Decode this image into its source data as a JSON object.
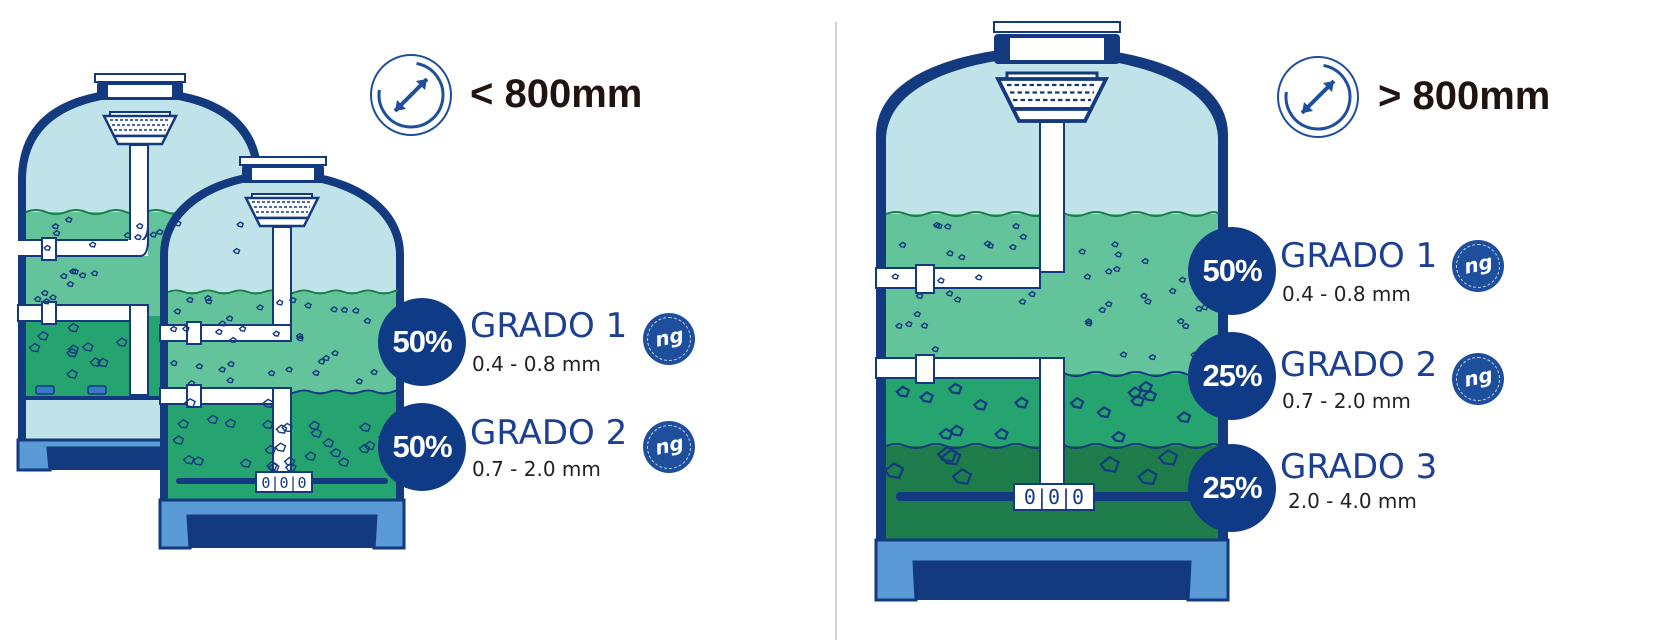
{
  "left": {
    "size_label": "< 800mm",
    "grades": [
      {
        "percent": "50%",
        "name": "GRADO 1",
        "range": "0.4 - 0.8 mm",
        "logo": "ng"
      },
      {
        "percent": "50%",
        "name": "GRADO 2",
        "range": "0.7 - 2.0 mm",
        "logo": "ng"
      }
    ]
  },
  "right": {
    "size_label": "> 800mm",
    "grades": [
      {
        "percent": "50%",
        "name": "GRADO 1",
        "range": "0.4 - 0.8 mm",
        "logo": "ng"
      },
      {
        "percent": "25%",
        "name": "GRADO 2",
        "range": "0.7 - 2.0 mm",
        "logo": "ng"
      },
      {
        "percent": "25%",
        "name": "GRADO 3",
        "range": "2.0 - 4.0 mm"
      }
    ]
  },
  "icons": [
    "diameter-gauge-icon",
    "filter-tank-illustration",
    "ng-logo-icon"
  ],
  "colors": {
    "navy": "#0e3a86",
    "tank_outline": "#13397f",
    "water": "#bfe3e9",
    "media_light": "#63c39b",
    "media_mid": "#25a46f",
    "media_dark": "#1d7c4a",
    "leg_blue": "#5b9bd5"
  }
}
